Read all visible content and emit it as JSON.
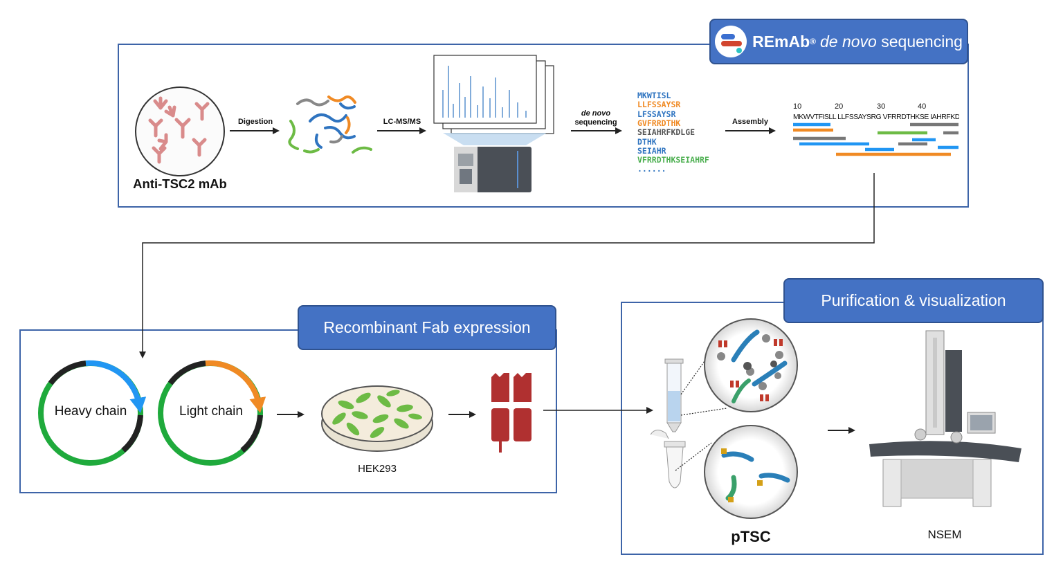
{
  "top_panel": {
    "badge_title": "REmAb",
    "badge_reg": "®",
    "badge_italic": "de novo",
    "badge_rest": " sequencing",
    "antibody_label": "Anti-TSC2 mAb",
    "step1": "Digestion",
    "step2": "LC-MS/MS",
    "step3_italic": "de novo",
    "step3_rest": "sequencing",
    "step4": "Assembly",
    "peptides": [
      {
        "text": "MKWTISL",
        "color": "#2f74c0"
      },
      {
        "text": "LLFSSAYSR",
        "color": "#f08a24"
      },
      {
        "text": "LFSSAYSR",
        "color": "#2f74c0"
      },
      {
        "text": "GVFRRDTHK",
        "color": "#f08a24"
      },
      {
        "text": "SEIAHRFKDLGE",
        "color": "#555555"
      },
      {
        "text": "DTHK",
        "color": "#2f74c0"
      },
      {
        "text": "SEIAHR",
        "color": "#2f74c0"
      },
      {
        "text": "VFRRDTHKSEIAHRF",
        "color": "#4caf50"
      },
      {
        "text": "......",
        "color": "#2f74c0"
      }
    ],
    "assembly_ticks": [
      "10",
      "20",
      "30",
      "40"
    ],
    "assembly_sequence": "MKWVTFISLL LLFSSAYSRG VFRRDTHKSE IAHRFKDLGI"
  },
  "fab_panel": {
    "title": "Recombinant Fab expression",
    "heavy_chain": "Heavy chain",
    "light_chain": "Light chain",
    "cell_line": "HEK293"
  },
  "purification_panel": {
    "title": "Purification & visualization",
    "sample_label": "pTSC",
    "method_label": "NSEM"
  },
  "colors": {
    "panel_border": "#3d64a8",
    "tab_fill": "#4472c4",
    "blue": "#2196f3",
    "orange": "#f08a24",
    "green": "#1faa3c",
    "gray": "#777777",
    "fab_red": "#b03030"
  }
}
